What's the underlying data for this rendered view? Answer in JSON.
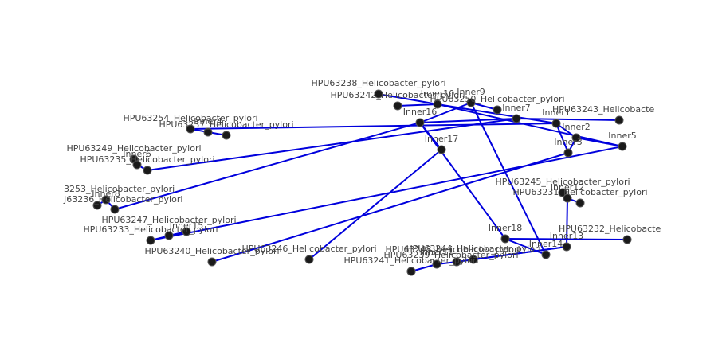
{
  "colors": {
    "edge": "#0000dd",
    "node": "#1a1a1a",
    "label": "#444444",
    "background": "#ffffff"
  },
  "nodes": [
    {
      "id": "HPU63238_Helicobacter_pylori",
      "label": "HPU63238_Helicobacter_pylori"
    },
    {
      "id": "Inner9",
      "label": "Inner9"
    },
    {
      "id": "HPU63242_Helicobacter_pylori",
      "label": "HPU63242_Helicobacter_pylori"
    },
    {
      "id": "Inner10",
      "label": "Inner10"
    },
    {
      "id": "HPU63250_Helicobacter_pylori",
      "label": "HPU63250_Helicobacter_pylori"
    },
    {
      "id": "Inner16",
      "label": "Inner16"
    },
    {
      "id": "Inner7",
      "label": "Inner7"
    },
    {
      "id": "HPU63243_Helicobacter_pylori",
      "label": "HPU63243_Helicobacte"
    },
    {
      "id": "Inner1",
      "label": "Inner1"
    },
    {
      "id": "HPU63254_Helicobacter_pylori",
      "label": "HPU63254_Helicobacter_pylori"
    },
    {
      "id": "HPU63237_Helicobacter_pylori",
      "label": "HPU63237_Helicobacter_pylori"
    },
    {
      "id": "Inner4",
      "label": "Inner4"
    },
    {
      "id": "Inner2",
      "label": "Inner2"
    },
    {
      "id": "Inner3",
      "label": "Inner3"
    },
    {
      "id": "Inner5",
      "label": "Inner5"
    },
    {
      "id": "Inner17",
      "label": "Inner17"
    },
    {
      "id": "HPU63249_Helicobacter_pylori",
      "label": "HPU63249_Helicobacter_pylori"
    },
    {
      "id": "Inner6",
      "label": "Inner6"
    },
    {
      "id": "HPU63235_Helicobacter_pylori",
      "label": "HPU63235_Helicobacter_pylori"
    },
    {
      "id": "HPU63253_Helicobacter_pylori",
      "label": "3253_Helicobacter_pylori"
    },
    {
      "id": "Inner8",
      "label": "Inner8"
    },
    {
      "id": "HPU63236_Helicobacter_pylori",
      "label": "J63236_Helicobacter_pylori"
    },
    {
      "id": "HPU63245_Helicobacter_pylori",
      "label": "HPU63245_Helicobacter_pylori"
    },
    {
      "id": "Inner12",
      "label": "Inner12"
    },
    {
      "id": "HPU63231_Helicobacter_pylori",
      "label": "HPU63231_Helicobacter_pylori"
    },
    {
      "id": "HPU63247_Helicobacter_pylori",
      "label": "HPU63247_Helicobacter_pylori"
    },
    {
      "id": "Inner15",
      "label": "Inner15"
    },
    {
      "id": "HPU63233_Helicobacter_pylori",
      "label": "HPU63233_Helicobacter_pylori"
    },
    {
      "id": "HPU63232_Helicobacter_pylori",
      "label": "HPU63232_Helicobacte"
    },
    {
      "id": "Inner18",
      "label": "Inner18"
    },
    {
      "id": "Inner13",
      "label": "Inner13"
    },
    {
      "id": "HPU63240_Helicobacter_pylori",
      "label": "HPU63240_Helicobacter_pylori"
    },
    {
      "id": "HPU63246_Helicobacter_pylori",
      "label": "HPU63246_Helicobacter_pylori"
    },
    {
      "id": "HPU63244_Helicobacter_pylori",
      "label": "HPU63244_Helicobacter_pylori"
    },
    {
      "id": "Inner14",
      "label": "Inner14"
    },
    {
      "id": "HPU63248_Helicobacter_pylori",
      "label": "HPU63248_Helicobacter_pylori"
    },
    {
      "id": "Inner11",
      "label": "Inner11"
    },
    {
      "id": "HPU63241_Helicobacter_pylori",
      "label": "HPU63241_Helicobacter_pylori"
    },
    {
      "id": "HPU63239_Helicobacter_pylori",
      "label": "HPU63239_Helicobacter_pylori"
    }
  ]
}
